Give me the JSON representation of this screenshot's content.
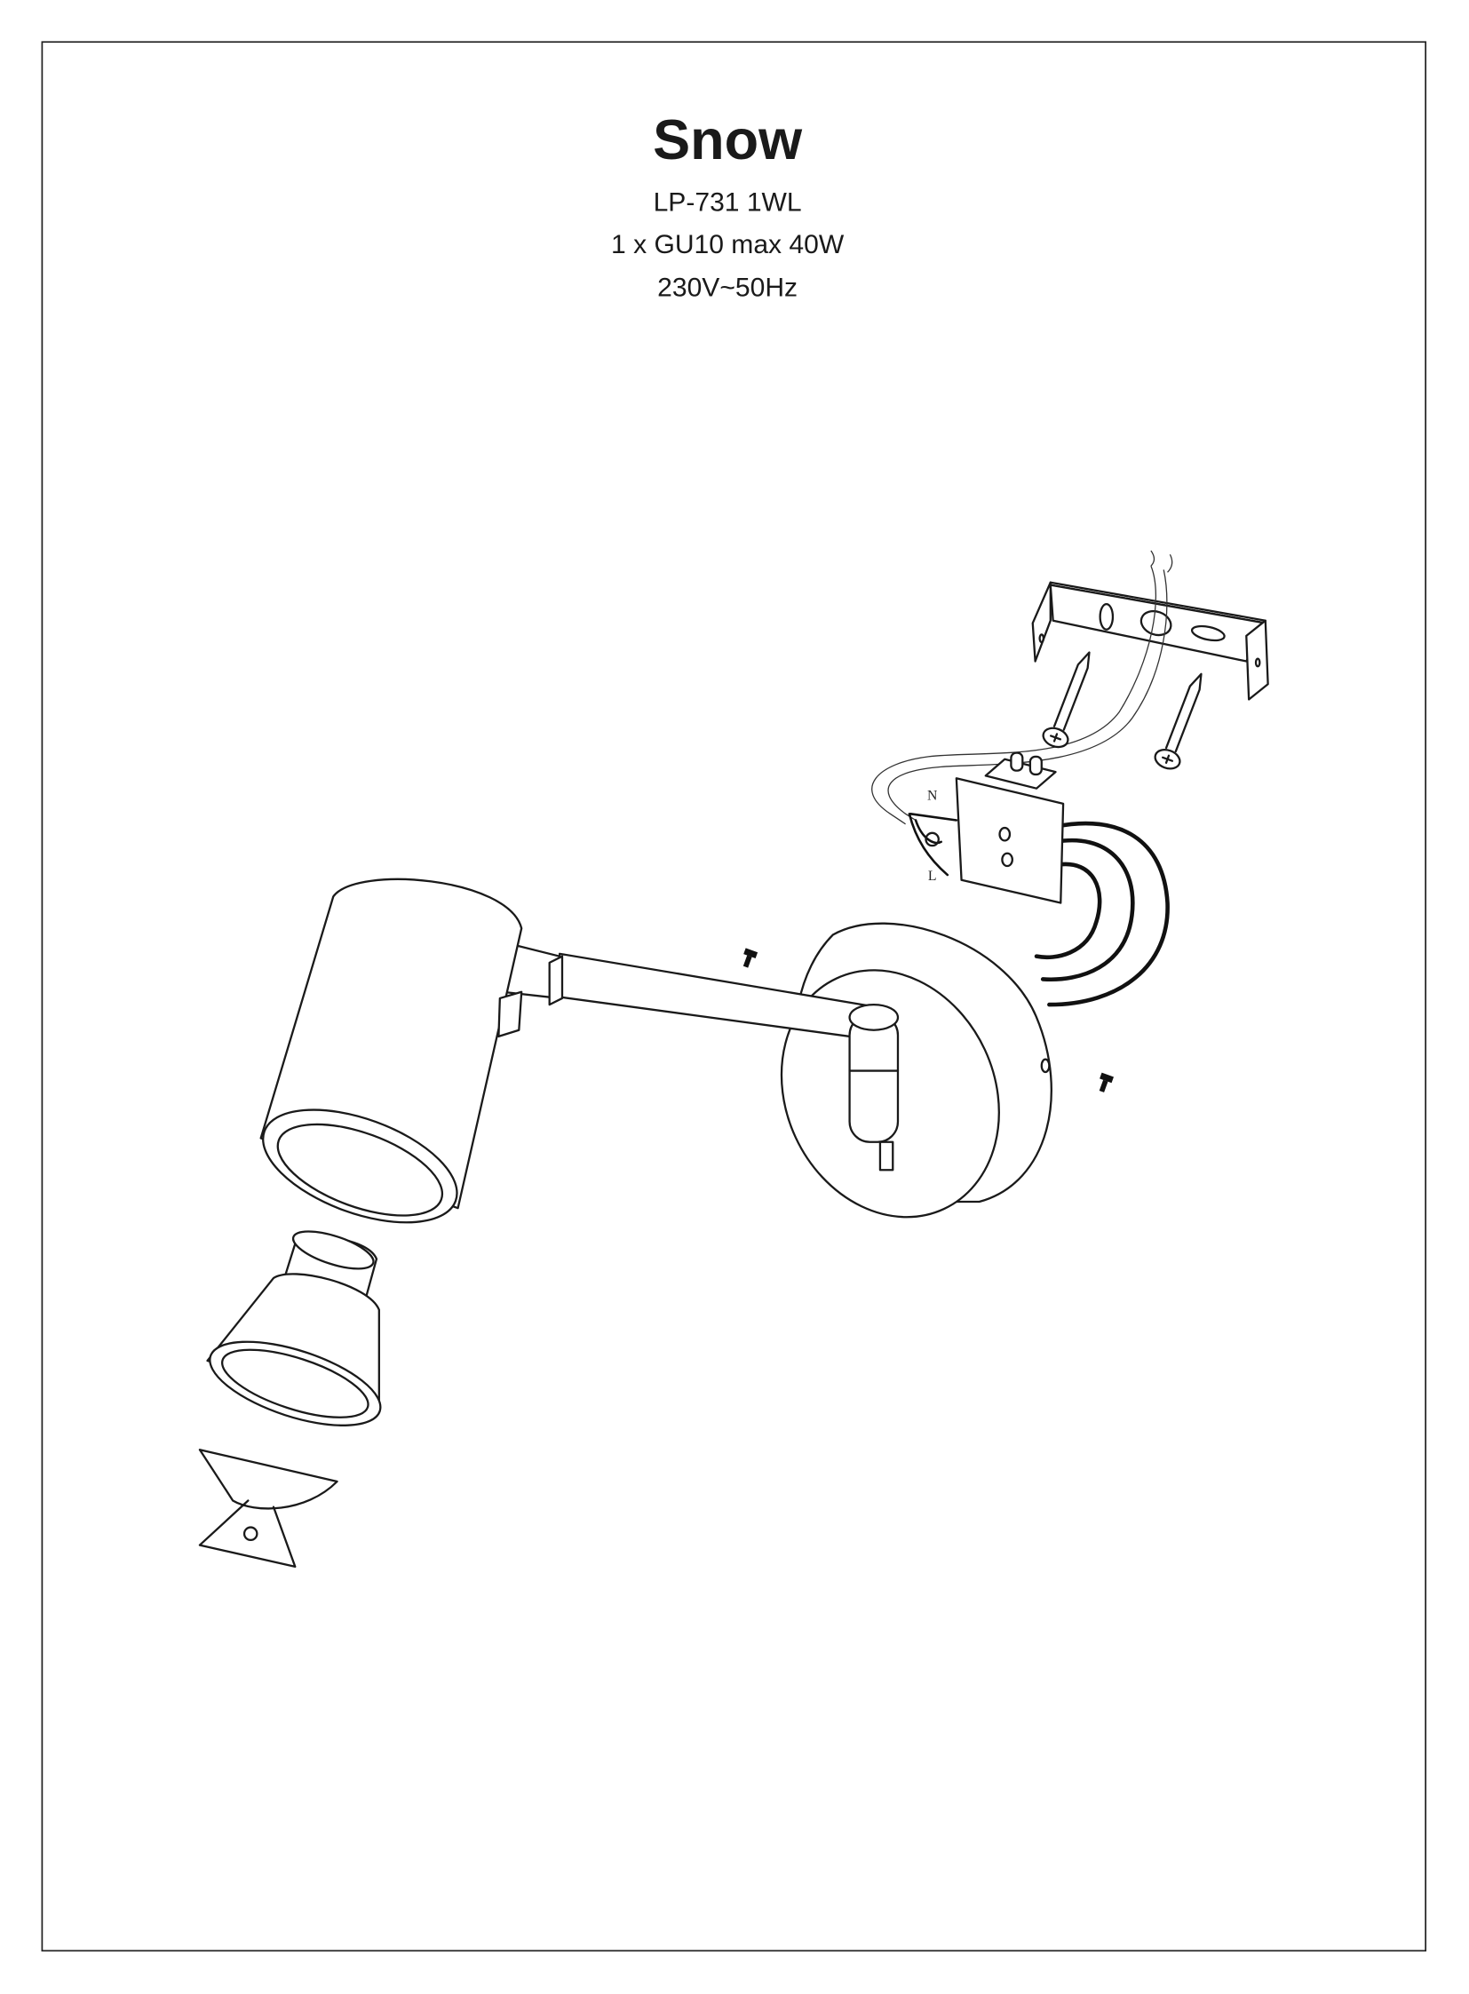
{
  "product": {
    "name": "Snow",
    "model": "LP-731 1WL",
    "bulb": "1 x GU10 max 40W",
    "voltage": "230V~50Hz"
  },
  "wiring_labels": {
    "neutral": "N",
    "live": "L"
  }
}
